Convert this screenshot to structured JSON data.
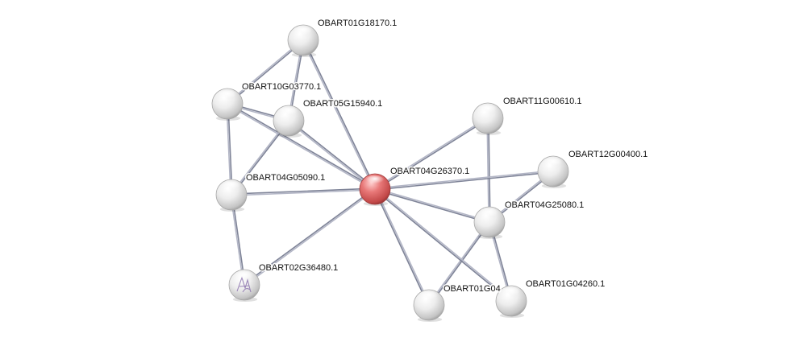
{
  "network": {
    "query_node": "OBART04G26370.1",
    "nodes": [
      {
        "id": "OBART04G26370.1",
        "label": "OBART04G26370.1",
        "query": true
      },
      {
        "id": "OBART01G18170.1",
        "label": "OBART01G18170.1"
      },
      {
        "id": "OBART10G03770.1",
        "label": "OBART10G03770.1"
      },
      {
        "id": "OBART05G15940.1",
        "label": "OBART05G15940.1"
      },
      {
        "id": "OBART04G05090.1",
        "label": "OBART04G05090.1"
      },
      {
        "id": "OBART02G36480.1",
        "label": "OBART02G36480.1",
        "has_structure": true
      },
      {
        "id": "OBART11G00610.1",
        "label": "OBART11G00610.1"
      },
      {
        "id": "OBART12G00400.1",
        "label": "OBART12G00400.1"
      },
      {
        "id": "OBART04G25080.1",
        "label": "OBART04G25080.1"
      },
      {
        "id": "OBART01G04260.1",
        "label": "OBART01G04260.1"
      },
      {
        "id": "OBART01G04...",
        "label": "OBART01G04"
      }
    ],
    "edges": [
      [
        "OBART01G18170.1",
        "OBART10G03770.1"
      ],
      [
        "OBART01G18170.1",
        "OBART05G15940.1"
      ],
      [
        "OBART01G18170.1",
        "OBART04G26370.1"
      ],
      [
        "OBART10G03770.1",
        "OBART05G15940.1"
      ],
      [
        "OBART10G03770.1",
        "OBART04G05090.1"
      ],
      [
        "OBART10G03770.1",
        "OBART04G26370.1"
      ],
      [
        "OBART05G15940.1",
        "OBART04G05090.1"
      ],
      [
        "OBART05G15940.1",
        "OBART04G26370.1"
      ],
      [
        "OBART04G05090.1",
        "OBART04G26370.1"
      ],
      [
        "OBART04G05090.1",
        "OBART02G36480.1"
      ],
      [
        "OBART02G36480.1",
        "OBART04G26370.1"
      ],
      [
        "OBART11G00610.1",
        "OBART04G26370.1"
      ],
      [
        "OBART11G00610.1",
        "OBART04G25080.1"
      ],
      [
        "OBART12G00400.1",
        "OBART04G26370.1"
      ],
      [
        "OBART12G00400.1",
        "OBART04G25080.1"
      ],
      [
        "OBART04G25080.1",
        "OBART04G26370.1"
      ],
      [
        "OBART04G25080.1",
        "OBART01G04260.1"
      ],
      [
        "OBART04G25080.1",
        "OBART01G04..."
      ],
      [
        "OBART01G04260.1",
        "OBART04G26370.1"
      ],
      [
        "OBART01G04...",
        "OBART04G26370.1"
      ]
    ],
    "colors": {
      "query_node": "#d9534f",
      "node": "#e6e6e6",
      "edge": "#8c90a6"
    }
  }
}
